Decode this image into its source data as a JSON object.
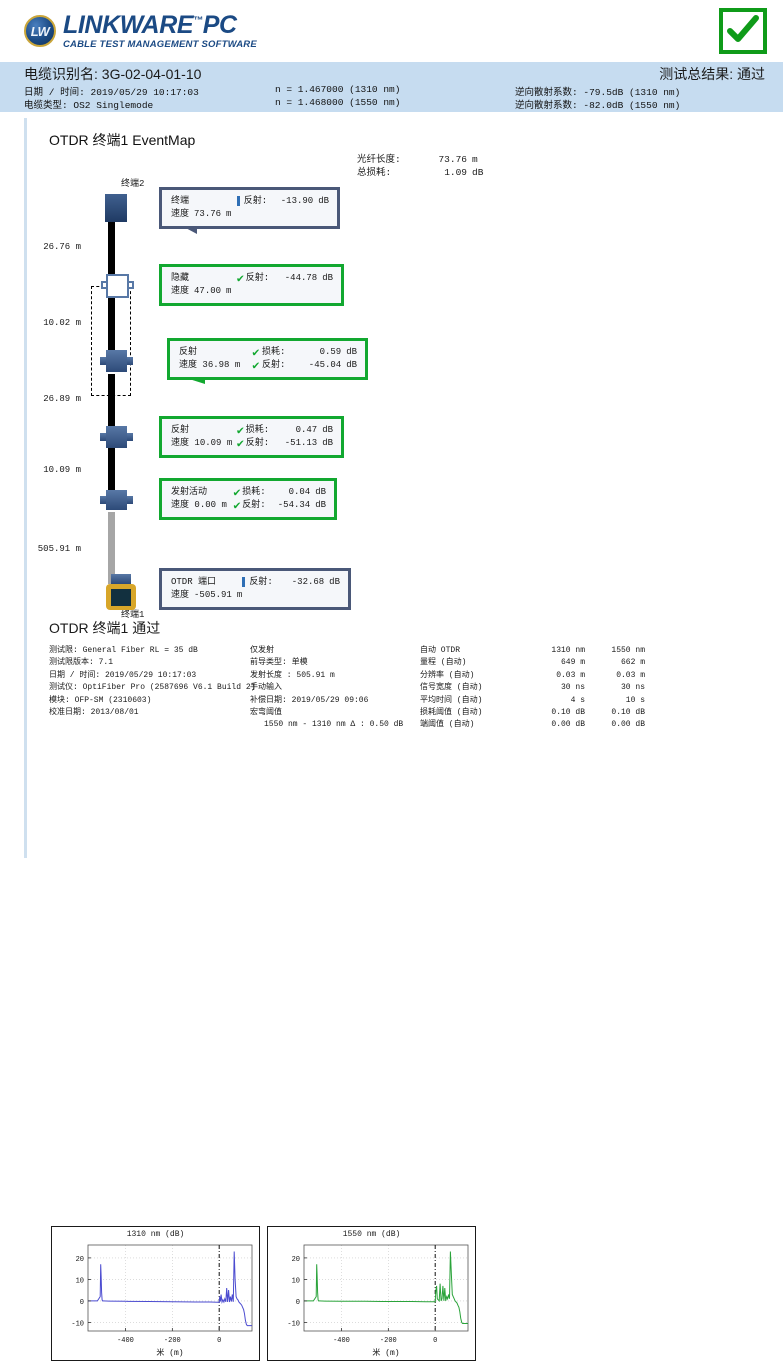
{
  "header": {
    "logo_badge": "LW",
    "logo_title_main": "LINKWARE",
    "logo_title_tm": "™",
    "logo_title_pc": "PC",
    "logo_subtitle": "CABLE TEST MANAGEMENT SOFTWARE",
    "pass_icon": "check-mark-icon"
  },
  "summary_band": {
    "cable_id": "电缆识别名: 3G-02-04-01-10",
    "datetime": "日期 / 时间: 2019/05/29  10:17:03",
    "cable_type": "电缆类型: OS2 Singlemode",
    "n_1310": "n = 1.467000  (1310 nm)",
    "n_1550": "n = 1.468000  (1550 nm)",
    "backscatter_1310": "逆向散射系数: -79.5dB  (1310 nm)",
    "backscatter_1550": "逆向散射系数: -82.0dB  (1550 nm)",
    "overall_result": "测试总结果: 通过"
  },
  "eventmap": {
    "title": "OTDR 终端1 EventMap",
    "fiber_length_label": "光纤长度:",
    "fiber_length_value": "73.76",
    "fiber_length_unit": "m",
    "total_loss_label": "总损耗:",
    "total_loss_value": "1.09",
    "total_loss_unit": "dB",
    "top_terminal_label": "终端2",
    "bottom_terminal_label": "终端1",
    "segment_distances": [
      "26.76 m",
      "10.02 m",
      "26.89 m",
      "10.09 m",
      "505.91 m"
    ],
    "events": [
      {
        "type": "终端",
        "dist_label": "速度",
        "dist_value": "73.76",
        "dist_unit": "m",
        "style": "navy",
        "rows": [
          {
            "mark": "info",
            "key": "反射:",
            "value": "-13.90",
            "unit": "dB"
          }
        ]
      },
      {
        "type": "隐藏",
        "dist_label": "速度",
        "dist_value": "47.00",
        "dist_unit": "m",
        "style": "green",
        "rows": [
          {
            "mark": "pass",
            "key": "反射:",
            "value": "-44.78",
            "unit": "dB"
          }
        ]
      },
      {
        "type": "反射",
        "dist_label": "速度",
        "dist_value": "36.98",
        "dist_unit": "m",
        "style": "green",
        "rows": [
          {
            "mark": "pass",
            "key": "损耗:",
            "value": "0.59",
            "unit": "dB"
          },
          {
            "mark": "pass",
            "key": "反射:",
            "value": "-45.04",
            "unit": "dB"
          }
        ]
      },
      {
        "type": "反射",
        "dist_label": "速度",
        "dist_value": "10.09",
        "dist_unit": "m",
        "style": "green",
        "rows": [
          {
            "mark": "pass",
            "key": "损耗:",
            "value": "0.47",
            "unit": "dB"
          },
          {
            "mark": "pass",
            "key": "反射:",
            "value": "-51.13",
            "unit": "dB"
          }
        ]
      },
      {
        "type": "发射活动",
        "dist_label": "速度",
        "dist_value": "0.00",
        "dist_unit": "m",
        "style": "green",
        "rows": [
          {
            "mark": "pass",
            "key": "损耗:",
            "value": "0.04",
            "unit": "dB"
          },
          {
            "mark": "pass",
            "key": "反射:",
            "value": "-54.34",
            "unit": "dB"
          }
        ]
      },
      {
        "type": "OTDR 端口",
        "dist_label": "速度",
        "dist_value": "-505.91",
        "dist_unit": "m",
        "style": "navy",
        "rows": [
          {
            "mark": "info",
            "key": "反射:",
            "value": "-32.68",
            "unit": "dB"
          }
        ]
      }
    ]
  },
  "results": {
    "title": "OTDR 终端1  通过",
    "left_column": [
      "测试限:  General Fiber RL = 35 dB",
      "测试限版本: 7.1",
      "日期 / 时间:  2019/05/29  10:17:03",
      "测试仪: OptiFiber Pro (2587696  V6.1 Build 2)",
      "模块: OFP-SM (2310603)",
      "校准日期:  2013/08/01"
    ],
    "mid_column": [
      "仅发射",
      "前导类型: 单模",
      "发射长度 : 505.91 m",
      "手动输入",
      "补偿日期: 2019/05/29  09:06",
      "宏弯阈值",
      "1550 nm - 1310 nm Δ :  0.50 dB"
    ],
    "right_table": {
      "header": {
        "name": "自动 OTDR",
        "col_a": "1310 nm",
        "col_b": "1550 nm"
      },
      "rows": [
        {
          "name": "量程 (自动)",
          "a": "649 m",
          "b": "662 m"
        },
        {
          "name": "分辨率 (自动)",
          "a": "0.03 m",
          "b": "0.03 m"
        },
        {
          "name": "信号宽度 (自动)",
          "a": "30 ns",
          "b": "30 ns"
        },
        {
          "name": "平均时间 (自动)",
          "a": "4 s",
          "b": "10 s"
        },
        {
          "name": "损耗阈值 (自动)",
          "a": "0.10 dB",
          "b": "0.10 dB"
        },
        {
          "name": "端阈值 (自动)",
          "a": "0.00 dB",
          "b": "0.00 dB"
        }
      ]
    }
  },
  "chart_data": [
    {
      "type": "line",
      "title": "1310 nm (dB)",
      "xlabel": "米 (m)",
      "ylabel": "",
      "color": "#4b4bd0",
      "xlim": [
        -560,
        140
      ],
      "ylim": [
        -14,
        26
      ],
      "xticks": [
        -400,
        -200,
        0
      ],
      "yticks": [
        -10,
        0,
        10,
        20
      ],
      "grid": true,
      "marker_line_x": 0,
      "x": [
        -560,
        -520,
        -508,
        -506,
        -504,
        -502,
        -500,
        -498,
        -496,
        -470,
        -400,
        -300,
        -200,
        -100,
        -40,
        -6,
        -2,
        0,
        2,
        5,
        8,
        12,
        16,
        20,
        24,
        28,
        32,
        36,
        40,
        44,
        48,
        52,
        56,
        60,
        64,
        68,
        72,
        76,
        80,
        84,
        88,
        92,
        96,
        100,
        104,
        108,
        112,
        116,
        120,
        140
      ],
      "y": [
        0,
        0,
        2,
        17,
        12,
        4,
        0.5,
        0,
        0,
        -0.1,
        -0.2,
        -0.3,
        -0.4,
        -0.5,
        -0.5,
        -0.6,
        -0.6,
        -0.6,
        2,
        -0.3,
        3,
        -0.5,
        0.5,
        -0.5,
        1,
        -0.4,
        6,
        -0.5,
        5,
        -0.5,
        2,
        -0.3,
        3,
        -0.4,
        23,
        10,
        2,
        1,
        0.5,
        -0.5,
        -1,
        -1.5,
        -2,
        -3,
        -4,
        -6,
        -9,
        -11,
        -11.5,
        -11.5
      ]
    },
    {
      "type": "line",
      "title": "1550 nm (dB)",
      "xlabel": "米 (m)",
      "ylabel": "",
      "color": "#2aa33a",
      "xlim": [
        -560,
        140
      ],
      "ylim": [
        -14,
        26
      ],
      "xticks": [
        -400,
        -200,
        0
      ],
      "yticks": [
        -10,
        0,
        10,
        20
      ],
      "grid": true,
      "marker_line_x": 0,
      "x": [
        -560,
        -520,
        -508,
        -506,
        -504,
        -502,
        -500,
        -498,
        -496,
        -470,
        -400,
        -300,
        -200,
        -100,
        -40,
        -6,
        -2,
        0,
        3,
        6,
        9,
        13,
        17,
        21,
        25,
        29,
        33,
        37,
        41,
        45,
        49,
        53,
        57,
        61,
        65,
        69,
        73,
        77,
        81,
        85,
        89,
        93,
        97,
        101,
        105,
        109,
        113,
        117,
        121,
        140
      ],
      "y": [
        0,
        0,
        2,
        17,
        12,
        4,
        0.5,
        0,
        0,
        -0.1,
        -0.2,
        -0.2,
        -0.3,
        -0.3,
        -0.4,
        -0.4,
        -0.4,
        -0.4,
        5,
        7,
        1,
        0.5,
        0,
        8,
        0,
        1,
        7,
        0,
        6,
        0,
        2,
        1,
        3,
        1,
        23,
        12,
        3,
        2,
        1,
        0,
        -0.5,
        -1,
        -2,
        -3,
        -5,
        -8,
        -10,
        -10.5,
        -10.5,
        -10.5
      ]
    }
  ]
}
